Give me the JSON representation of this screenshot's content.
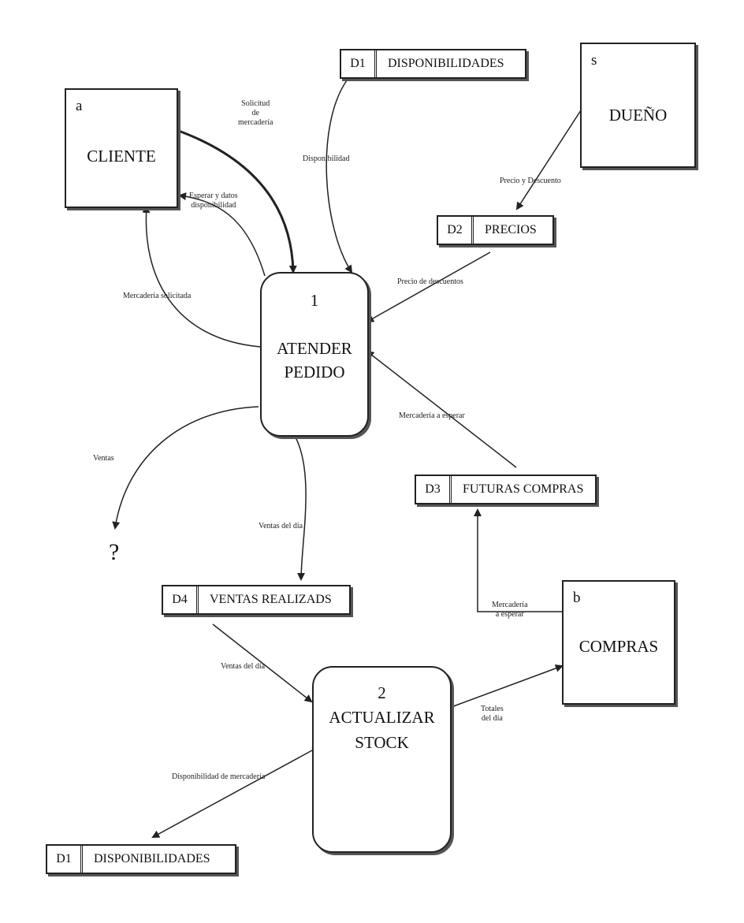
{
  "entities": {
    "cliente": {
      "id": "a",
      "name": "CLIENTE"
    },
    "dueno": {
      "id": "s",
      "name": "DUEÑO"
    },
    "compras": {
      "id": "b",
      "name": "COMPRAS"
    }
  },
  "processes": {
    "atender": {
      "number": "1",
      "name_line1": "ATENDER",
      "name_line2": "PEDIDO"
    },
    "actualizar": {
      "number": "2",
      "name_line1": "ACTUALIZAR",
      "name_line2": "STOCK"
    }
  },
  "stores": {
    "d1_top": {
      "id": "D1",
      "name": "DISPONIBILIDADES"
    },
    "d2": {
      "id": "D2",
      "name": "PRECIOS"
    },
    "d3": {
      "id": "D3",
      "name": "FUTURAS COMPRAS"
    },
    "d4": {
      "id": "D4",
      "name": "VENTAS REALIZADS"
    },
    "d1_bottom": {
      "id": "D1",
      "name": "DISPONIBILIDADES"
    }
  },
  "flows": {
    "solicitud_line1": "Solicitud",
    "solicitud_line2": "de",
    "solicitud_line3": "mercadería",
    "disponibilidad": "Disponibilidad",
    "precio_descuento": "Precio y Descuento",
    "espera_line1": "Esperar y datos",
    "espera_line2": "disponibilidad",
    "mercaderia_solicitada": "Mercadería solicitada",
    "precio_descuentos": "Precio de descuentos",
    "mercaderia_esperar": "Mercadería a esperar",
    "ventas": "Ventas",
    "ventas_del_dia_1": "Ventas del día",
    "ventas_del_dia_2": "Ventas del día",
    "mercaderia_pedido_line1": "Mercadería",
    "mercaderia_pedido_line2": "a esperar",
    "totales_line1": "Totales",
    "totales_line2": "del día",
    "disponibilidad_mercaderia": "Disponibilidad de mercadería"
  },
  "unknown_sink": "?"
}
